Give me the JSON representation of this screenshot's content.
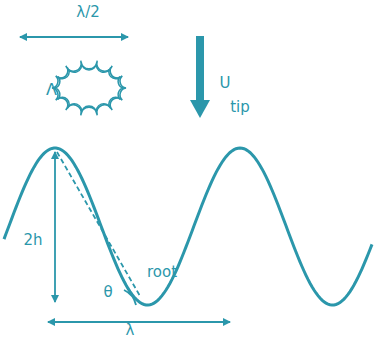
{
  "diagram": {
    "nodes": [
      {
        "text": [
          "Λ"
        ]
      }
    ],
    "labels": [
      "λ/2",
      "U",
      "tip",
      "2h",
      "root",
      "θ",
      "λ"
    ]
  }
}
